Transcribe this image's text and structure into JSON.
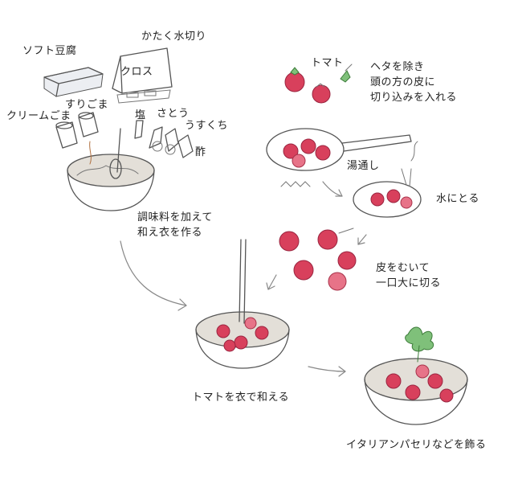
{
  "labels": {
    "soft_tofu": "ソフト豆腐",
    "drain_firm": "かたく水切り",
    "cloth": "クロス",
    "cream_sesame": "クリームごま",
    "ground_sesame": "すりごま",
    "salt": "塩",
    "sugar": "さとう",
    "light_soy": "うすくち",
    "vinegar": "酢",
    "make_dressing_1": "調味料を加えて",
    "make_dressing_2": "和え衣を作る",
    "tomato": "トマト",
    "remove_stem_1": "ヘタを除き",
    "remove_stem_2": "頭の方の皮に",
    "remove_stem_3": "切り込みを入れる",
    "blanch": "湯通し",
    "into_water": "水にとる",
    "peel_cut_1": "皮をむいて",
    "peel_cut_2": "一口大に切る",
    "toss": "トマトを衣で和える",
    "garnish": "イタリアンパセリなどを飾る"
  },
  "colors": {
    "tomato": "#d8405c",
    "leaf": "#7fc07a",
    "ink": "#555555"
  }
}
